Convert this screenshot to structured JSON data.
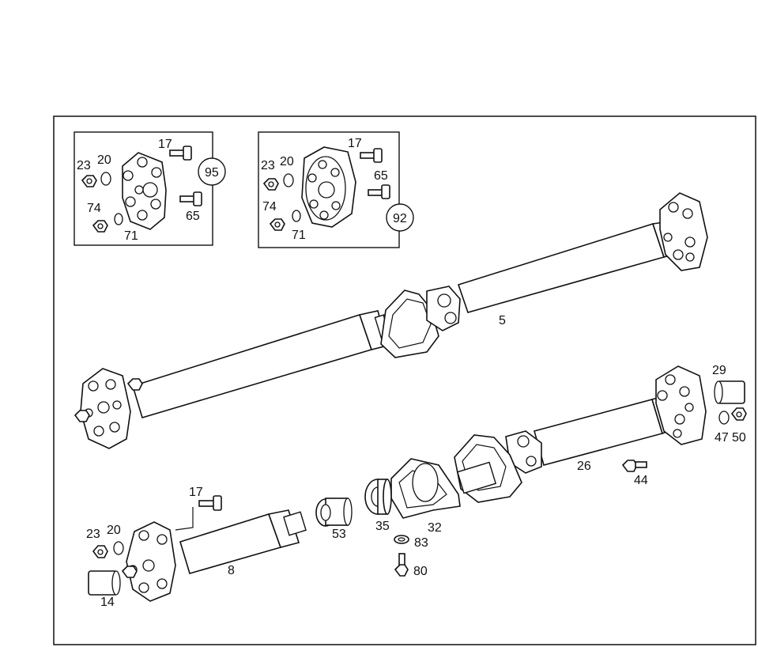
{
  "labels": {
    "inset_a": {
      "p17": "17",
      "p20": "20",
      "p23": "23",
      "p74": "74",
      "p71": "71",
      "p65": "65",
      "p95": "95"
    },
    "inset_b": {
      "p17": "17",
      "p20": "20",
      "p23": "23",
      "p74": "74",
      "p71": "71",
      "p65": "65",
      "p92": "92"
    },
    "p5": "5",
    "p29": "29",
    "p47": "47",
    "p50": "50",
    "p26": "26",
    "p44": "44",
    "p17": "17",
    "p20": "20",
    "p23": "23",
    "p14": "14",
    "p8": "8",
    "p53": "53",
    "p35": "35",
    "p32": "32",
    "p83": "83",
    "p80": "80"
  }
}
